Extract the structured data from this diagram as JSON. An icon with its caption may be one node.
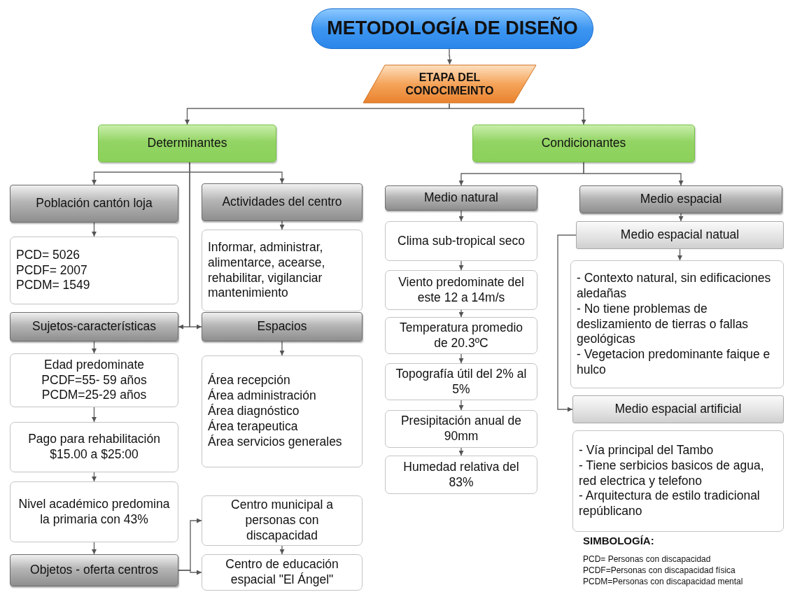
{
  "diagram": {
    "nodes": [
      {
        "text": [
          "METODOLOGÍA DE DISEÑO"
        ]
      },
      {
        "text": [
          "ETAPA DEL CONOCIMEINTO"
        ]
      },
      {
        "text": [
          "Determinantes"
        ]
      },
      {
        "text": [
          "Condicionantes"
        ]
      },
      {
        "text": [
          "Población cantón loja"
        ]
      },
      {
        "text": [
          "PCD= 5026",
          "PCDF= 2007",
          "PCDM= 1549"
        ]
      },
      {
        "text": [
          "Actividades del centro"
        ]
      },
      {
        "text": [
          "Informar, administrar, alimentarce, acearse, rehabilitar, vigilanciar mantenimiento"
        ]
      },
      {
        "text": [
          "Sujetos-características"
        ]
      },
      {
        "text": [
          "Espacios"
        ]
      },
      {
        "text": [
          "Edad predominate",
          "PCDF=55- 59 años",
          "PCDM=25-29 años"
        ]
      },
      {
        "text": [
          "Pago para rehabilitación $15.00 a $25:00"
        ]
      },
      {
        "text": [
          "Nivel académico predomina la primaria con 43%"
        ]
      },
      {
        "text": [
          "Objetos - oferta centros"
        ]
      },
      {
        "text": [
          "Centro municipal a personas con discapacidad"
        ]
      },
      {
        "text": [
          "Centro de educación espacial \"El Ángel\""
        ]
      },
      {
        "text": [
          "Área recepción",
          "Área administración",
          "Área diagnóstico",
          "Área terapeutica",
          "Área servicios generales"
        ]
      },
      {
        "text": [
          "Medio natural"
        ]
      },
      {
        "text": [
          "Clima sub-tropical seco"
        ]
      },
      {
        "text": [
          "Viento predominate del este 12 a 14m/s"
        ]
      },
      {
        "text": [
          "Temperatura promedio de 20.3ºC"
        ]
      },
      {
        "text": [
          "Topografía útil del 2% al 5%"
        ]
      },
      {
        "text": [
          "Presipitación anual de 90mm"
        ]
      },
      {
        "text": [
          "Humedad relativa del 83%"
        ]
      },
      {
        "text": [
          "Medio espacial"
        ]
      },
      {
        "text": [
          "Medio espacial natual"
        ]
      },
      {
        "text": [
          "- Contexto natural, sin edificaciones aledañas",
          "- No tiene problemas de deslizamiento de tierras o fallas geológicas",
          "- Vegetacion predominante faique e hulco"
        ]
      },
      {
        "text": [
          "Medio espacial artificial"
        ]
      },
      {
        "text": [
          "- Vía principal del Tambo",
          "- Tiene serbicios basicos de agua, red electrica y telefono",
          "- Arquitectura de estilo tradicional repúblicano"
        ]
      }
    ],
    "edges": [
      {
        "from": 0,
        "to": 1,
        "arrow": "to"
      },
      {
        "from": 1,
        "to": 2,
        "arrow": "to"
      },
      {
        "from": 1,
        "to": 3,
        "arrow": "to"
      },
      {
        "from": 2,
        "to": 4,
        "arrow": "to"
      },
      {
        "from": 2,
        "to": 6,
        "arrow": "to"
      },
      {
        "from": 2,
        "to": 8,
        "arrow": "to"
      },
      {
        "from": 2,
        "to": 9,
        "arrow": "to"
      },
      {
        "from": 4,
        "to": 5,
        "arrow": "to"
      },
      {
        "from": 6,
        "to": 7,
        "arrow": "to"
      },
      {
        "from": 8,
        "to": 10,
        "arrow": "to"
      },
      {
        "from": 10,
        "to": 11,
        "arrow": "to"
      },
      {
        "from": 11,
        "to": 12,
        "arrow": "to"
      },
      {
        "from": 12,
        "to": 13,
        "arrow": "to"
      },
      {
        "from": 9,
        "to": 16,
        "arrow": "to"
      },
      {
        "from": 13,
        "to": 14,
        "arrow": "to"
      },
      {
        "from": 13,
        "to": 15,
        "arrow": "to"
      },
      {
        "from": 14,
        "to": 15,
        "arrow": "to"
      },
      {
        "from": 3,
        "to": 17,
        "arrow": "to"
      },
      {
        "from": 3,
        "to": 24,
        "arrow": "to"
      },
      {
        "from": 17,
        "to": 18,
        "arrow": "to"
      },
      {
        "from": 18,
        "to": 19,
        "arrow": "to"
      },
      {
        "from": 19,
        "to": 20,
        "arrow": "to"
      },
      {
        "from": 20,
        "to": 21,
        "arrow": "to"
      },
      {
        "from": 21,
        "to": 22,
        "arrow": "to"
      },
      {
        "from": 22,
        "to": 23,
        "arrow": "to"
      },
      {
        "from": 24,
        "to": 25,
        "arrow": "to"
      },
      {
        "from": 25,
        "to": 26,
        "arrow": "to"
      },
      {
        "from": 25,
        "to": 27,
        "arrow": "to"
      }
    ],
    "labels": [
      "SIMBOLOGÍA:",
      "PCD= Personas con discapacidad",
      "PCDF=Personas con discapacidad física",
      "PCDM=Personas con discapacidad mental"
    ]
  }
}
